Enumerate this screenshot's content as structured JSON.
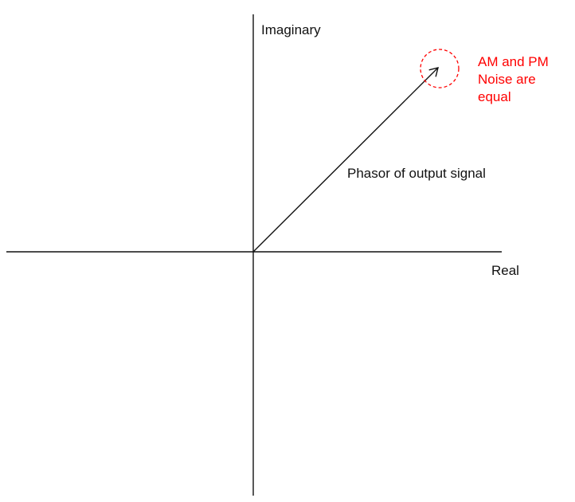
{
  "axes": {
    "imaginary_label": "Imaginary",
    "real_label": "Real"
  },
  "phasor": {
    "label": "Phasor of output signal"
  },
  "noise": {
    "lines": [
      "AM and PM",
      "Noise are",
      "equal"
    ],
    "color": "#ff0000"
  },
  "colors": {
    "lines": "#111111",
    "background": "#ffffff"
  }
}
